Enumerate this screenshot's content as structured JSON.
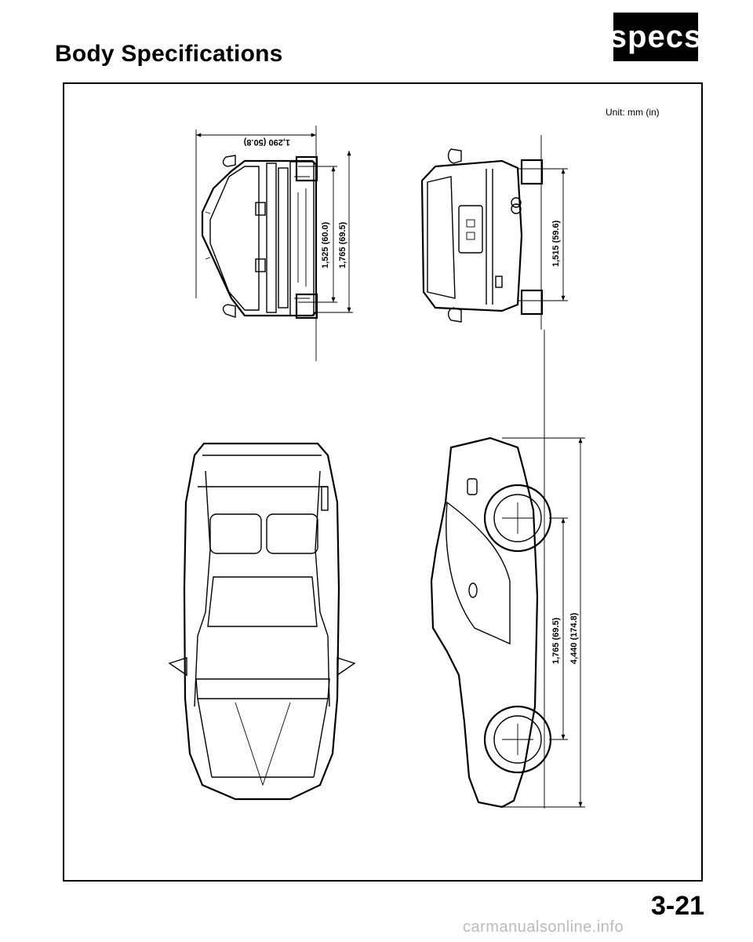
{
  "page": {
    "title": "Body Specifications",
    "badge": "specs",
    "unit": "Unit: mm (in)",
    "page_number": "3-21",
    "watermark": "carmanualsonline.info"
  },
  "dimensions": {
    "front_track": "1,290 (50.8)",
    "front_height_inner": "1,525 (60.0)",
    "front_height_outer": "1,765 (69.5)",
    "rear_height": "1,515 (59.6)",
    "side_wheelbase": "1,765 (69.5)",
    "side_length": "4,440 (174.8)"
  }
}
